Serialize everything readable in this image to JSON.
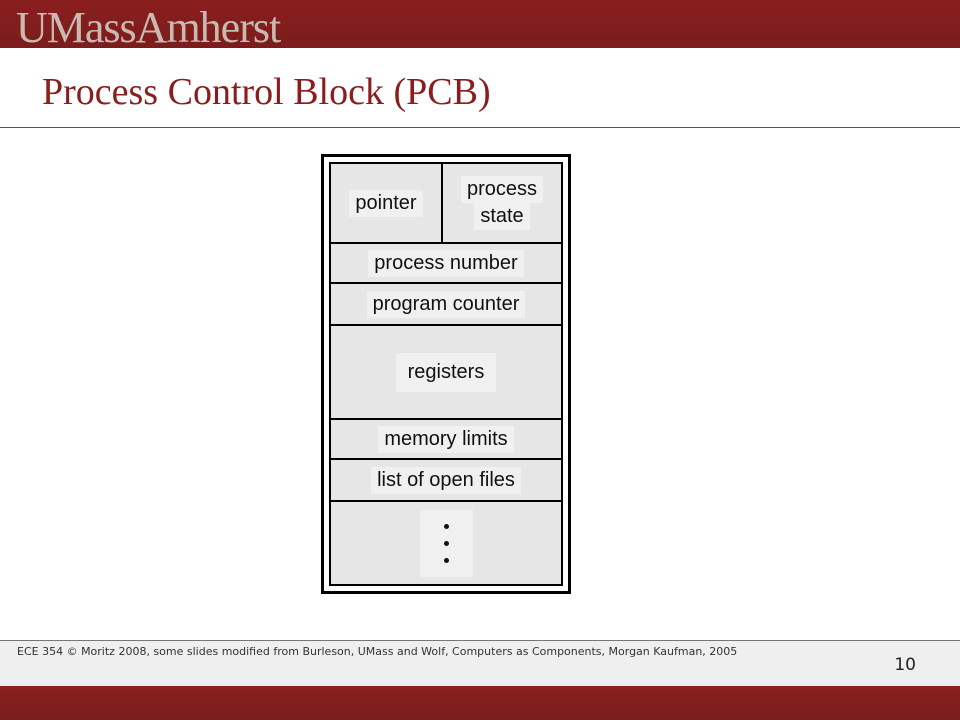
{
  "header": {
    "logo_text": "UMassAmherst"
  },
  "slide": {
    "title": "Process Control Block (PCB)"
  },
  "pcb": {
    "pointer": "pointer",
    "process_state_line1": "process",
    "process_state_line2": "state",
    "process_number": "process number",
    "program_counter": "program counter",
    "registers": "registers",
    "memory_limits": "memory limits",
    "open_files": "list of open files"
  },
  "footer": {
    "credit": "ECE 354  © Moritz 2008,  some slides modified from Burleson, UMass and Wolf, Computers as Components, Morgan Kaufman, 2005",
    "page_number": "10"
  },
  "colors": {
    "brand_maroon": "#7f1d1d",
    "title_red": "#8b1d1d"
  }
}
